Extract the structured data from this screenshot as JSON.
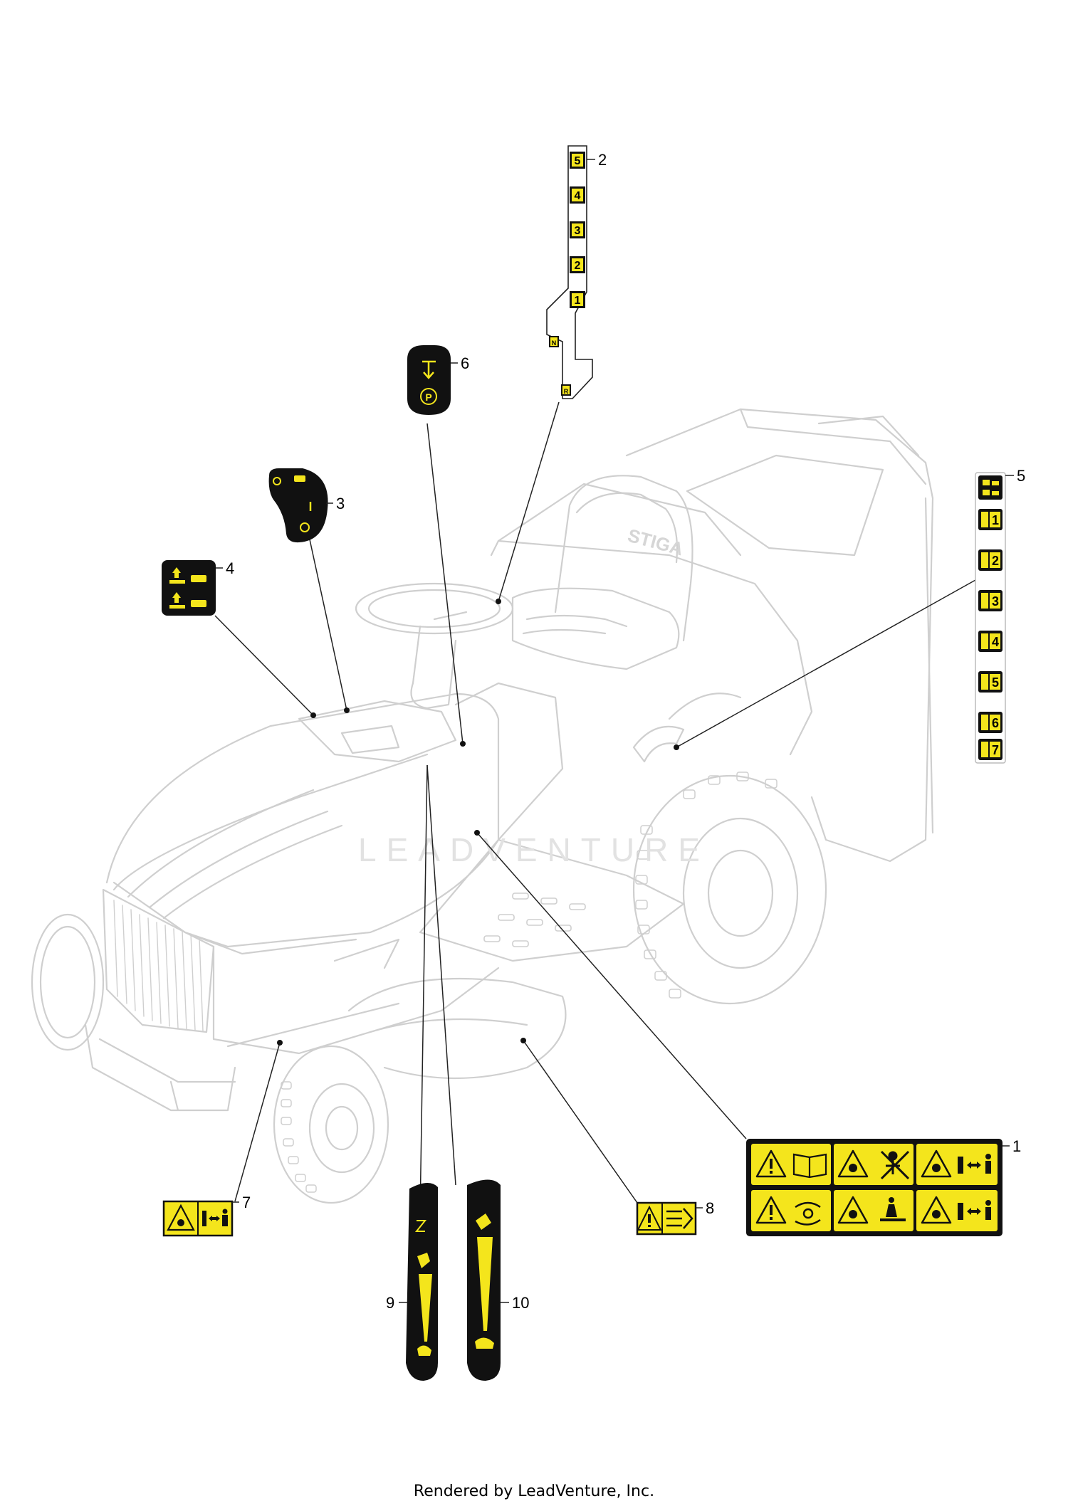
{
  "watermark": "LEADVENTURE",
  "footer_text": "Rendered by LeadVenture, Inc.",
  "colors": {
    "decal_yellow": "#f4e51c",
    "decal_black": "#111111",
    "outline_gray": "#c9c9c9"
  },
  "seat_brand": "STIGA",
  "callouts": {
    "c1": "1",
    "c2": "2",
    "c3": "3",
    "c4": "4",
    "c5": "5",
    "c6": "6",
    "c7": "7",
    "c8": "8",
    "c9": "9",
    "c10": "10"
  },
  "decal2_numbers": [
    "5",
    "4",
    "3",
    "2",
    "1"
  ],
  "decal2_extra": [
    "N",
    "R"
  ],
  "decal5_numbers": [
    "1",
    "2",
    "3",
    "4",
    "5",
    "6",
    "7"
  ],
  "decal6_icons": [
    "arrow-down-icon",
    "parking-icon"
  ],
  "decal1_icons": [
    "warning-icon",
    "manual-icon",
    "rotating-blade-icon",
    "no-bystander-icon",
    "slope-hazard-icon",
    "distance-icon",
    "warning-icon",
    "remove-key-icon",
    "thrown-object-icon",
    "bystander-icon",
    "rollover-icon",
    "distance-icon"
  ]
}
